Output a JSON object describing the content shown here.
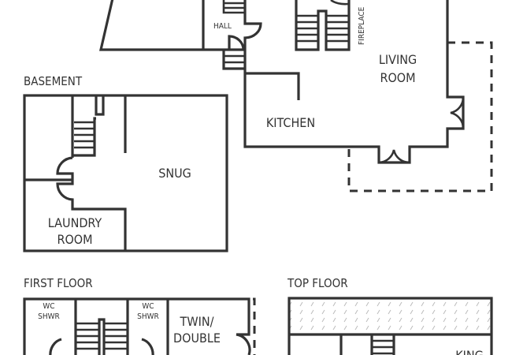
{
  "ground_floor": {
    "rooms": {
      "hall": "HALL",
      "fireplace": "FIREPLACE",
      "living_room": [
        "LIVING",
        "ROOM"
      ],
      "kitchen": "KITCHEN"
    }
  },
  "basement": {
    "title": "BASEMENT",
    "rooms": {
      "snug": "SNUG",
      "laundry": [
        "LAUNDRY",
        "ROOM"
      ]
    }
  },
  "first_floor": {
    "title": "FIRST FLOOR",
    "rooms": {
      "wc1": [
        "WC",
        "SHWR"
      ],
      "wc2": [
        "WC",
        "SHWR"
      ],
      "twin": [
        "TWIN/",
        "DOUBLE"
      ]
    }
  },
  "top_floor": {
    "title": "TOP FLOOR",
    "rooms": {
      "king": "KING"
    }
  },
  "colors": {
    "line": "#333333",
    "background": "#ffffff"
  }
}
